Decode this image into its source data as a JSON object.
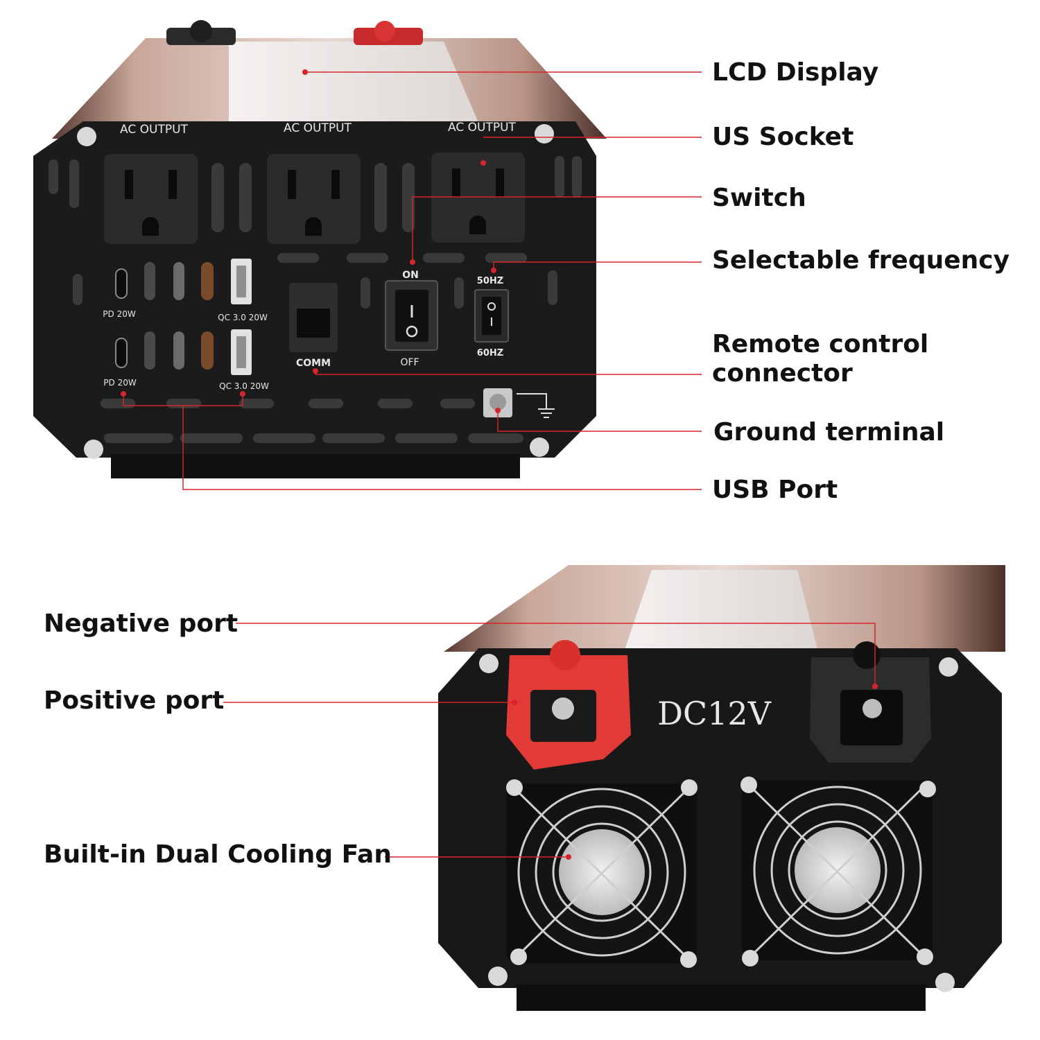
{
  "accent_color": "#d9232d",
  "top_view": {
    "panel_labels": {
      "ac_output": [
        "AC OUTPUT",
        "AC OUTPUT",
        "AC OUTPUT"
      ],
      "pd_top": "PD 20W",
      "pd_bottom": "PD 20W",
      "qc_top": "QC 3.0 20W",
      "qc_bottom": "QC 3.0 20W",
      "comm": "COMM",
      "switch_on": "ON",
      "switch_off": "OFF",
      "freq_50": "50HZ",
      "freq_60": "60HZ"
    },
    "callouts": {
      "lcd_display": "LCD Display",
      "us_socket": "US Socket",
      "switch": "Switch",
      "selectable_frequency": "Selectable frequency",
      "remote_line1": "Remote control",
      "remote_line2": "connector",
      "ground_terminal": "Ground terminal",
      "usb_port": "USB Port"
    }
  },
  "bottom_view": {
    "dc_label": "DC12V",
    "callouts": {
      "negative_port": "Negative port",
      "positive_port": "Positive port",
      "cooling_fan": "Built-in Dual Cooling Fan"
    }
  }
}
